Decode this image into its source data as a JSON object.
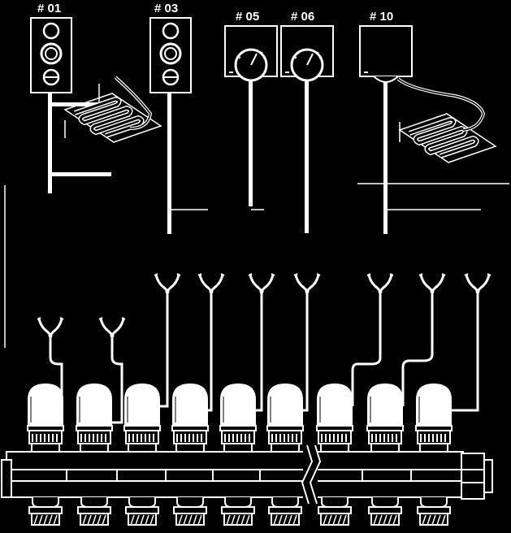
{
  "labels": {
    "unit1": "# 01",
    "unit2": "# 03",
    "unit3": "# 05",
    "unit4": "# 06",
    "unit5": "# 10"
  },
  "colors": {
    "background": "#000000",
    "line": "#ffffff"
  },
  "manifold": {
    "actuator_count": 9,
    "sensor_count": 9,
    "break_symbol": true
  }
}
